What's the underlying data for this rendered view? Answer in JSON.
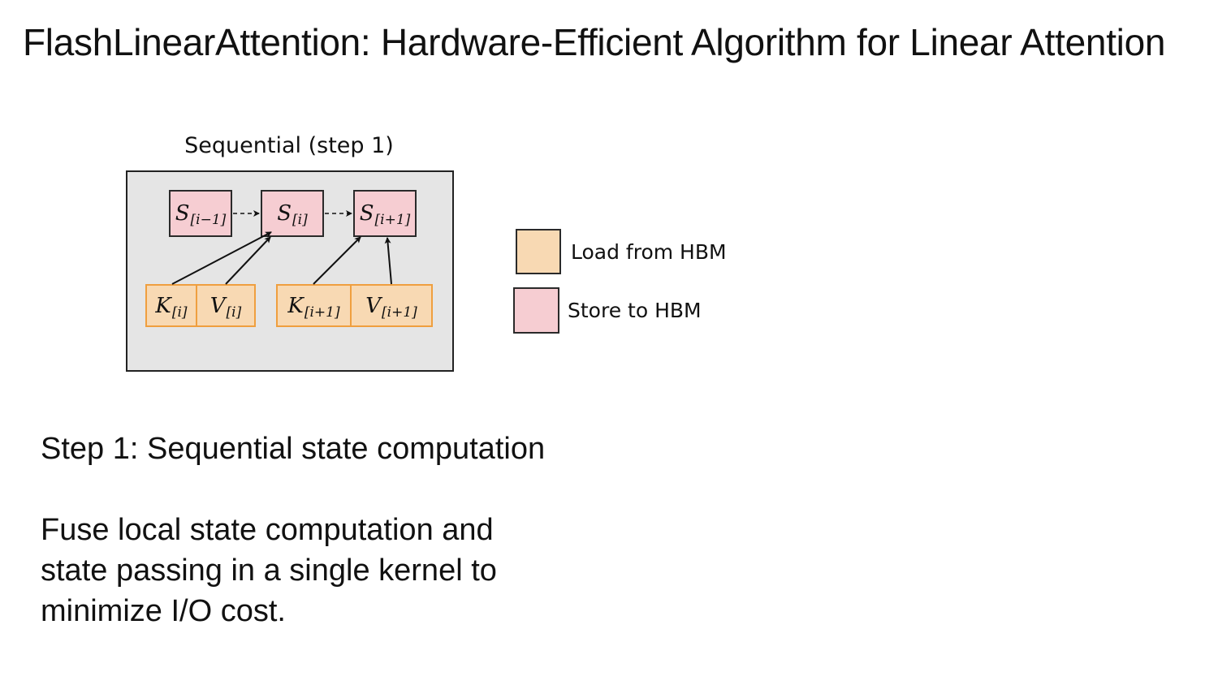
{
  "slide": {
    "title": "FlashLinearAttention: Hardware-Efficient Algorithm for Linear Attention"
  },
  "diagram": {
    "caption": "Sequential (step 1)",
    "states": [
      {
        "symbol": "S",
        "subscript": "[i−1]"
      },
      {
        "symbol": "S",
        "subscript": "[i]"
      },
      {
        "symbol": "S",
        "subscript": "[i+1]"
      }
    ],
    "inputs": [
      {
        "symbol": "K",
        "subscript": "[i]"
      },
      {
        "symbol": "V",
        "subscript": "[i]"
      },
      {
        "symbol": "K",
        "subscript": "[i+1]"
      },
      {
        "symbol": "V",
        "subscript": "[i+1]"
      }
    ],
    "colors": {
      "panel_background": "#e5e5e5",
      "load_fill": "#f8d9b3",
      "load_border": "#ef9f3f",
      "store_fill": "#f6cdd2"
    }
  },
  "legend": {
    "load_label": "Load from HBM",
    "store_label": "Store to HBM"
  },
  "text": {
    "step_heading": "Step 1:  Sequential state computation",
    "body_lines": [
      "Fuse local state computation and",
      "state passing in a single kernel to",
      "minimize I/O cost."
    ]
  }
}
